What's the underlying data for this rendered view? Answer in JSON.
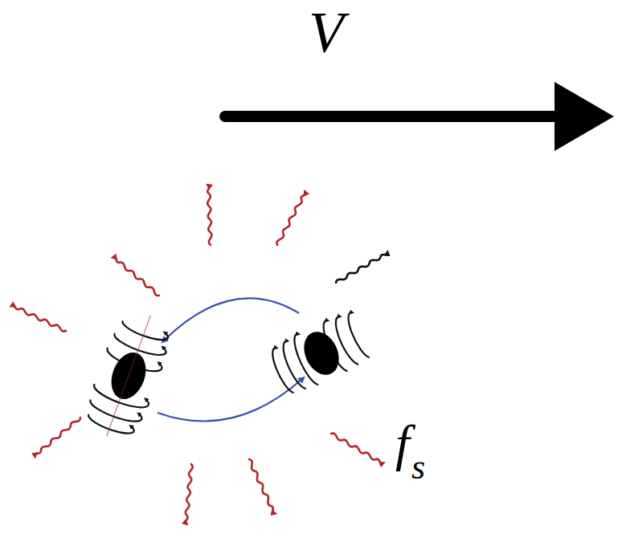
{
  "diagram": {
    "labels": [
      "V",
      "f",
      "s"
    ]
  }
}
